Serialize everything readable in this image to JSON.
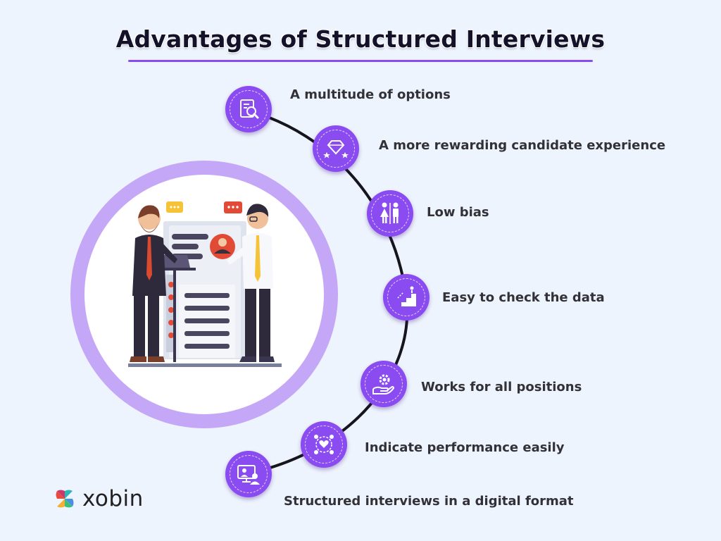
{
  "title": "Advantages of Structured Interviews",
  "colors": {
    "accent": "#8a4cf1",
    "ring": "#c5a7f7",
    "background": "#eef4fd",
    "text": "#333138"
  },
  "steps": [
    {
      "label": "A multitude of options",
      "icon": "search-document-icon"
    },
    {
      "label": "A more rewarding candidate experience",
      "icon": "diamond-stars-icon"
    },
    {
      "label": "Low bias",
      "icon": "male-female-icon"
    },
    {
      "label": "Easy to check the data",
      "icon": "growth-stairs-icon"
    },
    {
      "label": "Works for all positions",
      "icon": "hand-gear-icon"
    },
    {
      "label": "Indicate performance easily",
      "icon": "performance-heart-icon"
    },
    {
      "label": "Structured interviews in a digital format",
      "icon": "video-interview-icon"
    }
  ],
  "illustration": "two-men-interview-illustration",
  "logo": {
    "text": "xobin",
    "icon": "xobin-logo-icon"
  }
}
